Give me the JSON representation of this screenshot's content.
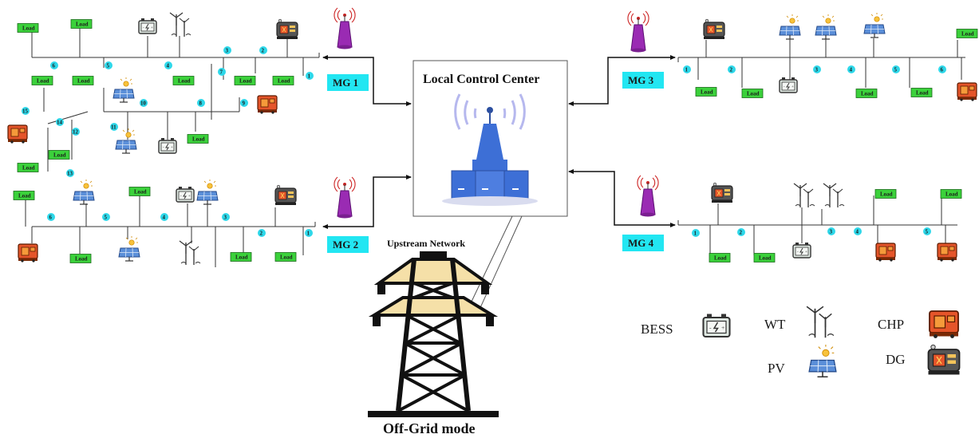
{
  "control_center": {
    "title": "Local Control Center"
  },
  "labels": {
    "upstream": "Upstream Network",
    "offgrid": "Off-Grid mode",
    "load": "Load"
  },
  "microgrids": [
    {
      "id": "mg1",
      "name": "MG 1"
    },
    {
      "id": "mg2",
      "name": "MG 2"
    },
    {
      "id": "mg3",
      "name": "MG 3"
    },
    {
      "id": "mg4",
      "name": "MG 4"
    }
  ],
  "legend": [
    {
      "key": "bess",
      "label": "BESS"
    },
    {
      "key": "wt",
      "label": "WT"
    },
    {
      "key": "chp",
      "label": "CHP"
    },
    {
      "key": "pv",
      "label": "PV"
    },
    {
      "key": "dg",
      "label": "DG"
    }
  ],
  "colors": {
    "load_box": "#3bd13b",
    "node": "#2ed8ea",
    "mg_label_bg": "#22e6f2",
    "antenna": "#9a2bb3",
    "antenna_signal": "#cc2222",
    "tower_main": "#3d6fd6",
    "chp": "#e5552a",
    "dg": "#3a3a3a",
    "pv_panel": "#5b8fd9"
  },
  "icons": [
    "antenna-icon",
    "bess-icon",
    "wind-turbine-icon",
    "chp-icon",
    "pv-panel-icon",
    "diesel-generator-icon",
    "control-tower-icon",
    "transmission-tower-icon"
  ]
}
